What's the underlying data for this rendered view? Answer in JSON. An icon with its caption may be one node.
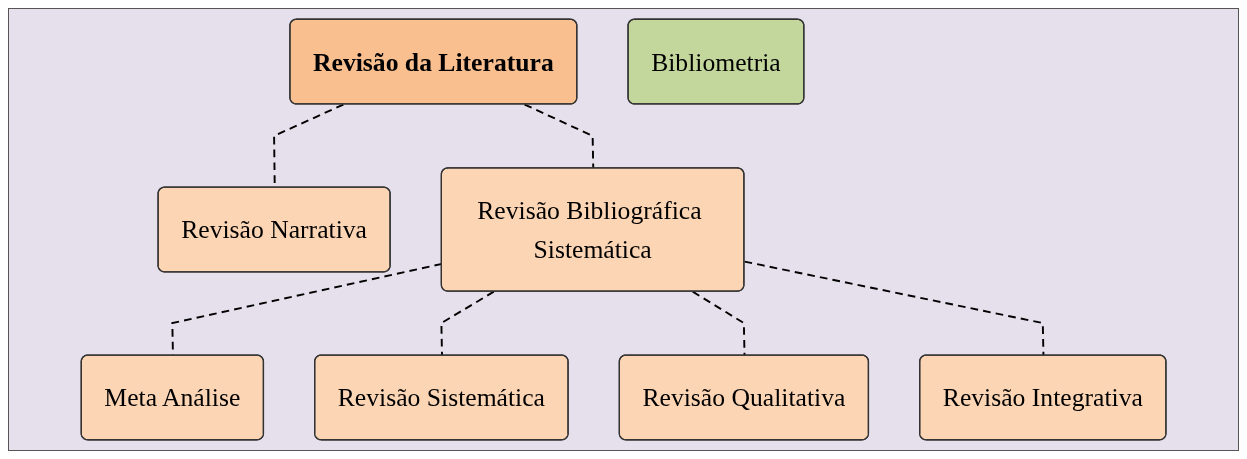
{
  "diagram": {
    "nodes": [
      {
        "text": [
          "Revisão da Literatura"
        ]
      },
      {
        "text": [
          "Bibliometria"
        ]
      },
      {
        "text": [
          "Revisão Narrativa"
        ]
      },
      {
        "text": [
          "Revisão Bibliográfica Sistemática"
        ]
      },
      {
        "text": [
          "Meta Análise"
        ]
      },
      {
        "text": [
          "Revisão Sistemática"
        ]
      },
      {
        "text": [
          "Revisão Qualitativa"
        ]
      },
      {
        "text": [
          "Revisão Integrativa"
        ]
      }
    ],
    "edges": [
      {
        "from": 0,
        "to": 2,
        "arrow": "none",
        "style": "dashed"
      },
      {
        "from": 0,
        "to": 3,
        "arrow": "none",
        "style": "dashed"
      },
      {
        "from": 3,
        "to": 4,
        "arrow": "none",
        "style": "dashed"
      },
      {
        "from": 3,
        "to": 5,
        "arrow": "none",
        "style": "dashed"
      },
      {
        "from": 3,
        "to": 6,
        "arrow": "none",
        "style": "dashed"
      },
      {
        "from": 3,
        "to": 7,
        "arrow": "none",
        "style": "dashed"
      }
    ]
  }
}
